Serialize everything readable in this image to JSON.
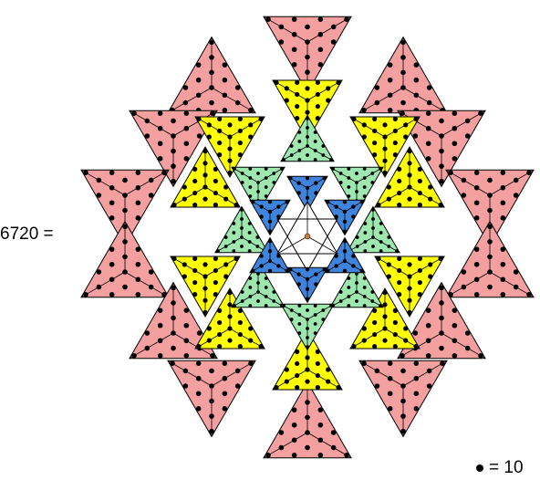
{
  "equation_label": "6720 =",
  "legend": {
    "symbol": "dot",
    "text": "= 10"
  },
  "colors": {
    "outer_layer": "#f4a0a0",
    "second_layer": "#ffff00",
    "third_layer": "#9ee8b0",
    "inner_layer": "#3f84dc",
    "center_dot": "#c97b30",
    "outline": "#000000"
  },
  "layers": [
    {
      "name": "outer",
      "color_key": "outer_layer"
    },
    {
      "name": "second",
      "color_key": "second_layer"
    },
    {
      "name": "third",
      "color_key": "third_layer"
    },
    {
      "name": "inner",
      "color_key": "inner_layer"
    }
  ]
}
